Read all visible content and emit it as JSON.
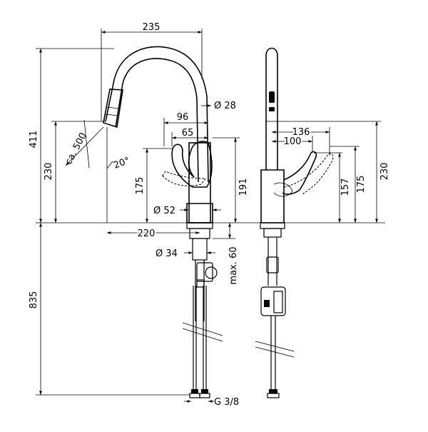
{
  "drawing": {
    "dimensions": {
      "top_width": "235",
      "spout_diameter": "Ø 28",
      "handle_96": "96",
      "handle_65": "65",
      "height_411": "411",
      "height_230_left": "230",
      "pullout_500": "ca. 500",
      "angle_20": "20°",
      "height_175_left": "175",
      "height_191": "191",
      "base_diameter_52": "Ø 52",
      "reach_220": "220",
      "shank_diameter_34": "Ø 34",
      "max_60": "max. 60",
      "depth_835": "835",
      "thread_g38": "G 3/8",
      "side_136": "136",
      "side_100": "100",
      "side_157": "157",
      "side_175": "175",
      "side_230": "230"
    }
  }
}
